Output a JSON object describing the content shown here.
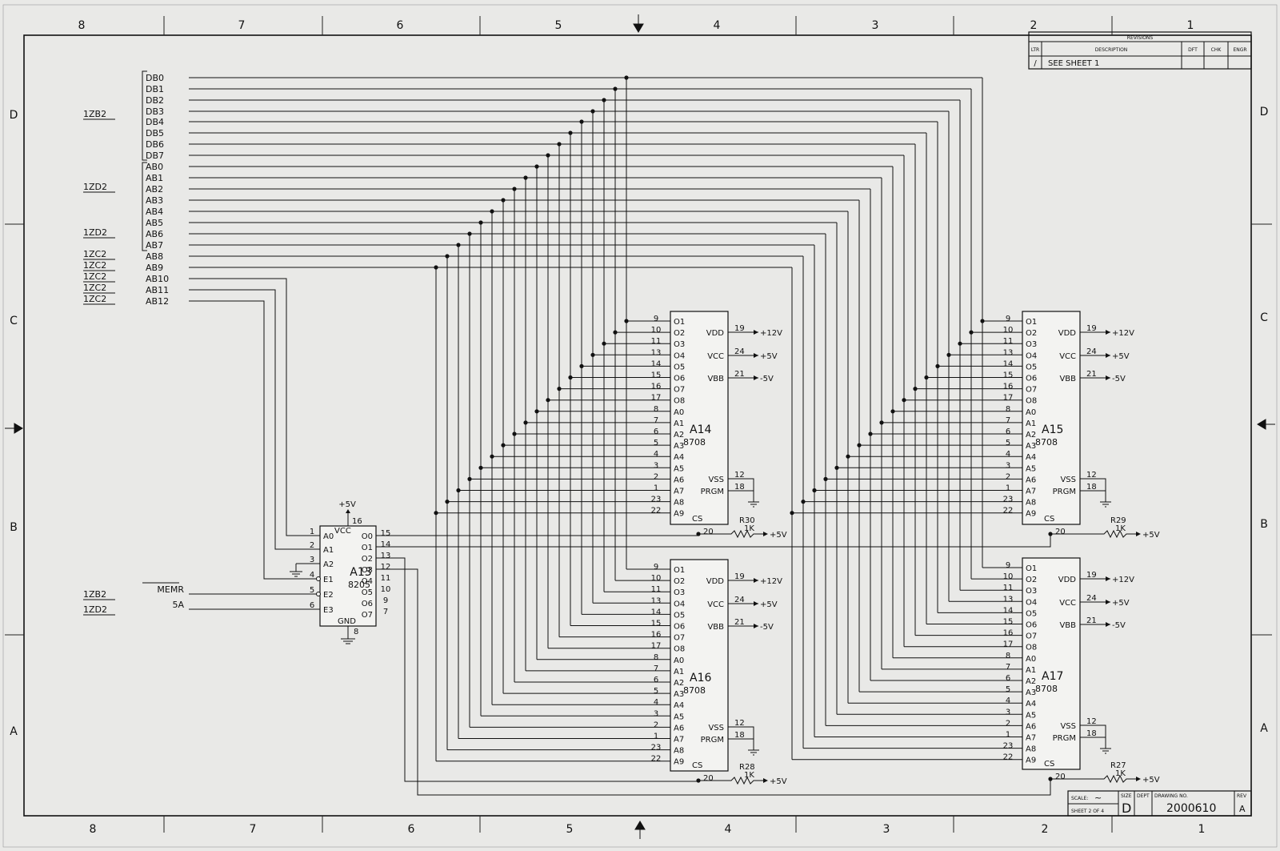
{
  "zone_columns": [
    "8",
    "7",
    "6",
    "5",
    "4",
    "3",
    "2",
    "1"
  ],
  "zone_rows": [
    "D",
    "C",
    "B",
    "A"
  ],
  "revisions": {
    "title": "REVISIONS",
    "headers": [
      "LTR",
      "DESCRIPTION",
      "DFT",
      "CHK",
      "ENGR"
    ],
    "row": {
      "ltr": "/",
      "desc": "SEE SHEET 1"
    }
  },
  "buses": {
    "db": [
      "DB0",
      "DB1",
      "DB2",
      "DB3",
      "DB4",
      "DB5",
      "DB6",
      "DB7"
    ],
    "ab": [
      "AB0",
      "AB1",
      "AB2",
      "AB3",
      "AB4",
      "AB5",
      "AB6",
      "AB7",
      "AB8",
      "AB9",
      "AB10",
      "AB11",
      "AB12"
    ]
  },
  "bus_refs": [
    "1ZB2",
    "1ZD2",
    "1ZD2",
    "1ZC2",
    "1ZC2",
    "1ZC2",
    "1ZC2",
    "1ZC2"
  ],
  "decoder": {
    "ref": "A13",
    "part": "8205",
    "inputs": [
      "A0",
      "A1",
      "A2",
      "E1",
      "E2",
      "E3"
    ],
    "input_pins": [
      "1",
      "2",
      "3",
      "4",
      "5",
      "6"
    ],
    "outputs": [
      "O0",
      "O1",
      "O2",
      "O3",
      "O4",
      "O5",
      "O6",
      "O7"
    ],
    "output_pins": [
      "15",
      "14",
      "13",
      "12",
      "11",
      "10",
      "9",
      "7"
    ],
    "vcc": "VCC",
    "vcc_pin": "16",
    "gnd": "GND",
    "gnd_pin": "8",
    "supply": "+5V"
  },
  "control_inputs": [
    {
      "ref": "1ZB2",
      "signal": "MEMR"
    },
    {
      "ref": "1ZD2",
      "signal": "5A"
    }
  ],
  "eprom": {
    "part": "8708",
    "left_pins": [
      "9",
      "10",
      "11",
      "13",
      "14",
      "15",
      "16",
      "17",
      "8",
      "7",
      "6",
      "5",
      "4",
      "3",
      "2",
      "1",
      "23",
      "22"
    ],
    "left_names": [
      "O1",
      "O2",
      "O3",
      "O4",
      "O5",
      "O6",
      "O7",
      "O8",
      "A0",
      "A1",
      "A2",
      "A3",
      "A4",
      "A5",
      "A6",
      "A7",
      "A8",
      "A9"
    ],
    "power": [
      {
        "name": "VDD",
        "pin": "19",
        "rail": "+12V"
      },
      {
        "name": "VCC",
        "pin": "24",
        "rail": "+5V"
      },
      {
        "name": "VBB",
        "pin": "21",
        "rail": "-5V"
      }
    ],
    "vss": "VSS",
    "vss_pin": "12",
    "prgm": "PRGM",
    "prgm_pin": "18",
    "cs": "CS",
    "cs_pin": "20"
  },
  "chips": [
    {
      "ref": "A14",
      "res": "R30",
      "res_val": "1K",
      "pull": "+5V"
    },
    {
      "ref": "A15",
      "res": "R29",
      "res_val": "1K",
      "pull": "+5V"
    },
    {
      "ref": "A16",
      "res": "R28",
      "res_val": "1K",
      "pull": "+5V"
    },
    {
      "ref": "A17",
      "res": "R27",
      "res_val": "1K",
      "pull": "+5V"
    }
  ],
  "title_block": {
    "scale_label": "SCALE:",
    "scale": "~",
    "size_label": "SIZE",
    "size": "D",
    "dept_label": "DEPT",
    "drawing_label": "DRAWING NO.",
    "drawing": "2000610",
    "rev_label": "REV",
    "rev": "A",
    "sheet": "SHEET 2 OF 4"
  }
}
